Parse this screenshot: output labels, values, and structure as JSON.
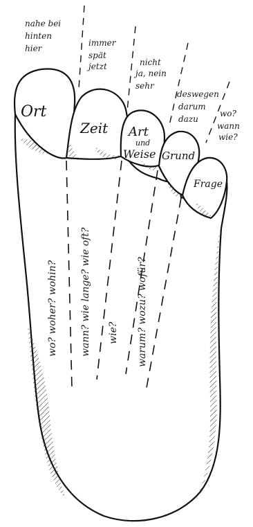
{
  "toes": [
    {
      "name": "Ort",
      "examples": [
        "nahe bei",
        "hinten",
        "hier"
      ],
      "questions": "wo? woher? wohin?"
    },
    {
      "name": "Zeit",
      "examples": [
        "immer",
        "spät",
        "jetzt"
      ],
      "questions": "wann? wie lange? wie oft?"
    },
    {
      "name": "Art",
      "name_extra": [
        "und",
        "Weise"
      ],
      "examples": [
        "nicht",
        "ja, nein",
        "sehr"
      ],
      "questions": "wie?"
    },
    {
      "name": "Grund",
      "examples": [
        "deswegen",
        "darum",
        "dazu"
      ],
      "questions": "warum? wozu? wofür?"
    },
    {
      "name": "Frage",
      "examples": [
        "wo?",
        "wann",
        "wie?"
      ],
      "questions": ""
    }
  ]
}
